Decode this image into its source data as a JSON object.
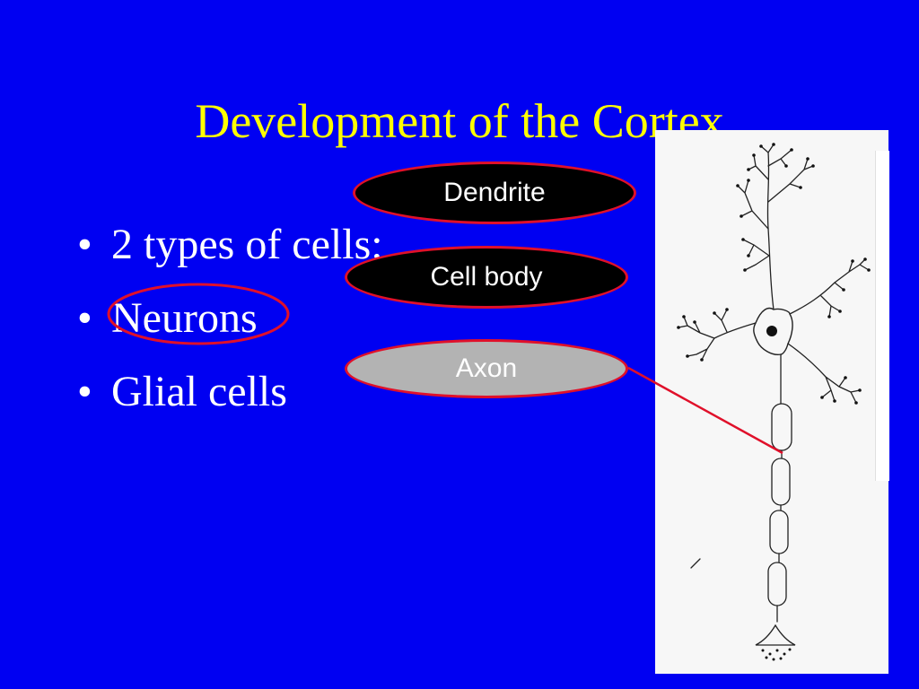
{
  "slide": {
    "title": "Development of the Cortex",
    "bullets": [
      "2 types of cells:",
      "Neurons",
      "Glial cells"
    ],
    "bullet_char": "•"
  },
  "labels": {
    "dendrite": "Dendrite",
    "cell_body": "Cell body",
    "axon": "Axon"
  },
  "colors": {
    "background": "#0000f2",
    "title": "#ffff00",
    "bullet_text": "#ffffff",
    "highlight_outline": "#e0102a",
    "label_dark": "#000000",
    "label_light": "#b3b3b3",
    "pointer_line": "#e0102a"
  },
  "icons": {
    "neuron": "neuron-diagram-icon"
  }
}
